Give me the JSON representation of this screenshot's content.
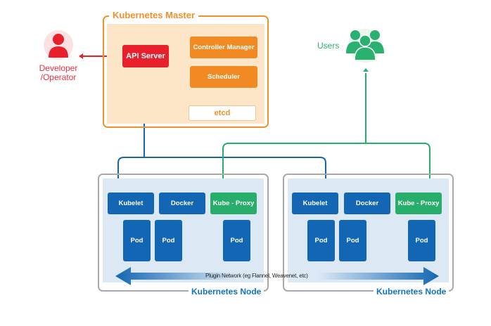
{
  "master": {
    "title": "Kubernetes Master",
    "api_server": "API Server",
    "controller_manager": "Controller Manager",
    "scheduler": "Scheduler",
    "etcd": "etcd"
  },
  "developer": {
    "line1": "Developer",
    "line2": "/Operator",
    "icon": "person-icon"
  },
  "users": {
    "label": "Users",
    "icon": "users-group-icon"
  },
  "nodes": [
    {
      "title": "Kubernetes Node",
      "kubelet": "Kubelet",
      "docker": "Docker",
      "kube_proxy": "Kube - Proxy",
      "pods": [
        "Pod",
        "Pod",
        "Pod"
      ]
    },
    {
      "title": "Kubernetes Node",
      "kubelet": "Kubelet",
      "docker": "Docker",
      "kube_proxy": "Kube - Proxy",
      "pods": [
        "Pod",
        "Pod",
        "Pod"
      ]
    }
  ],
  "network": {
    "label": "Plugin Network (eg Flannel, Weavenet, etc)"
  },
  "colors": {
    "master": "#f0902a",
    "api": "#e8202c",
    "node_blue": "#1366b3",
    "proxy_green": "#27ae6a",
    "developer_red": "#e8303e"
  }
}
